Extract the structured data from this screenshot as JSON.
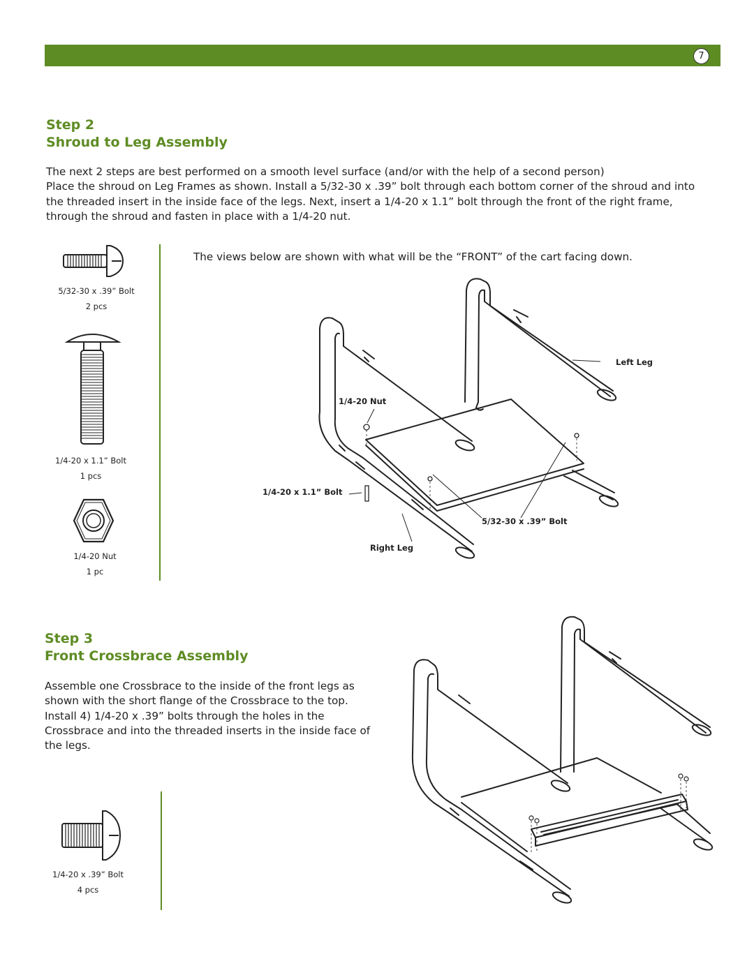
{
  "page_number": "7",
  "step2": {
    "step": "Step 2",
    "title": "Shroud to Leg Assembly",
    "intro": "The next 2 steps are best performed on a smooth level surface (and/or with the help of a second person)",
    "body": "Place the shroud on Leg Frames as shown. Install a 5/32-30 x .39” bolt through each bottom corner of the shroud and into the threaded insert in the inside face of the legs. Next, insert a 1/4-20 x 1.1” bolt through the front of the right frame, through the shroud and fasten in place with a 1/4-20 nut.",
    "view_note": "The views below are shown with what will be the “FRONT” of the cart facing down.",
    "parts": [
      {
        "name": "5/32-30 x .39” Bolt",
        "qty": "2 pcs"
      },
      {
        "name": "1/4-20 x 1.1” Bolt",
        "qty": "1 pcs"
      },
      {
        "name": "1/4-20 Nut",
        "qty": "1 pc"
      }
    ],
    "callouts": {
      "left_leg": "Left Leg",
      "nut": "1/4-20 Nut",
      "long_bolt": "1/4-20 x 1.1” Bolt",
      "short_bolt": "5/32-30 x .39” Bolt",
      "right_leg": "Right Leg"
    }
  },
  "step3": {
    "step": "Step 3",
    "title": "Front Crossbrace Assembly",
    "body": "Assemble one Crossbrace to the inside of the front legs as shown with the short flange of the Crossbrace to the top. Install 4) 1/4-20 x .39” bolts through the holes in the Crossbrace and into the threaded inserts in the inside face of the legs.",
    "parts": [
      {
        "name": "1/4-20 x .39” Bolt",
        "qty": "4 pcs"
      }
    ]
  },
  "colors": {
    "accent": "#5e8c24",
    "text": "#222222",
    "line": "#222222"
  }
}
